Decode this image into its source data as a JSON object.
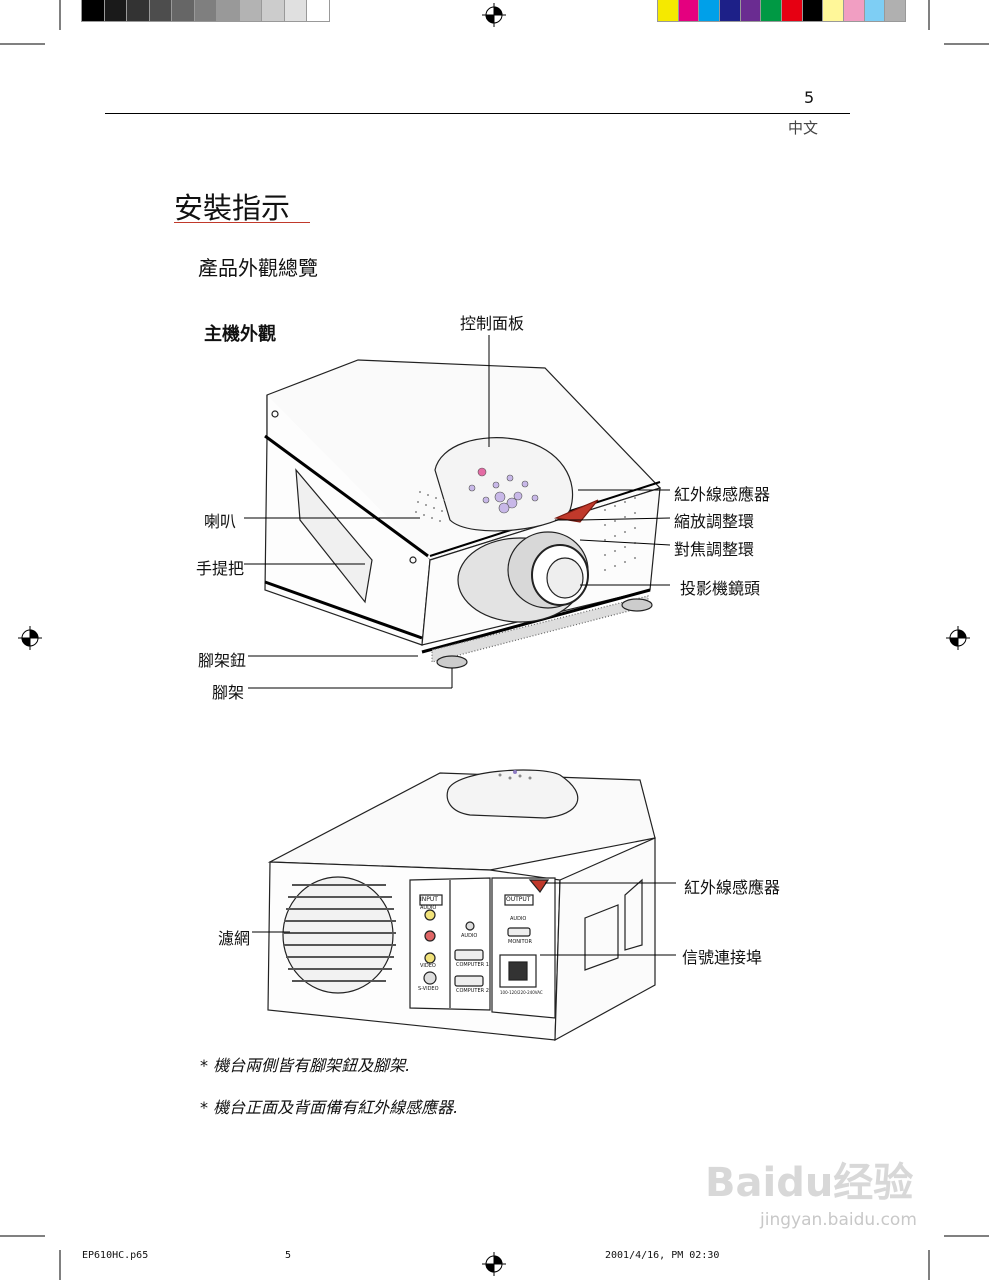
{
  "header": {
    "page_number": "5",
    "language_tab": "中文"
  },
  "section": {
    "title": "安裝指示",
    "subtitle": "產品外觀總覽",
    "main_view_label": "主機外觀"
  },
  "front_callouts": {
    "control_panel": "控制面板",
    "ir_sensor": "紅外線感應器",
    "zoom_ring": "縮放調整環",
    "focus_ring": "對焦調整環",
    "lens": "投影機鏡頭",
    "speaker": "喇叭",
    "handle": "手提把",
    "foot_button": "腳架鈕",
    "foot": "腳架"
  },
  "rear_callouts": {
    "ir_sensor": "紅外線感應器",
    "filter": "濾網",
    "signal_ports": "信號連接埠"
  },
  "rear_panel": {
    "input": "INPUT",
    "output": "OUTPUT",
    "audio": "AUDIO",
    "video": "VIDEO",
    "svideo": "S-VIDEO",
    "monitor": "MONITOR",
    "computer1": "COMPUTER 1",
    "computer2": "COMPUTER 2",
    "power_rating": "100-120/220-240VAC"
  },
  "notes": [
    "*  機台兩側皆有腳架鈕及腳架.",
    "*  機台正面及背面備有紅外線感應器."
  ],
  "footer": {
    "file": "EP610HC.p65",
    "page": "5",
    "timestamp": "2001/4/16, PM 02:30"
  },
  "watermark": {
    "brand": "Baidu经验",
    "url": "jingyan.baidu.com"
  },
  "colors": {
    "gray_swatches": [
      "#000000",
      "#1a1a1a",
      "#333333",
      "#4d4d4d",
      "#666666",
      "#7f7f7f",
      "#999999",
      "#b3b3b3",
      "#cccccc",
      "#e0e0e0",
      "#ffffff"
    ],
    "color_swatches": [
      "#f5e900",
      "#e4007f",
      "#00a0e9",
      "#1d2088",
      "#6a2c91",
      "#009944",
      "#e60012",
      "#000000",
      "#fff799",
      "#f19ec2",
      "#7ecef4",
      "#b0b0b0"
    ],
    "ir_sensor": "#c0392b"
  }
}
